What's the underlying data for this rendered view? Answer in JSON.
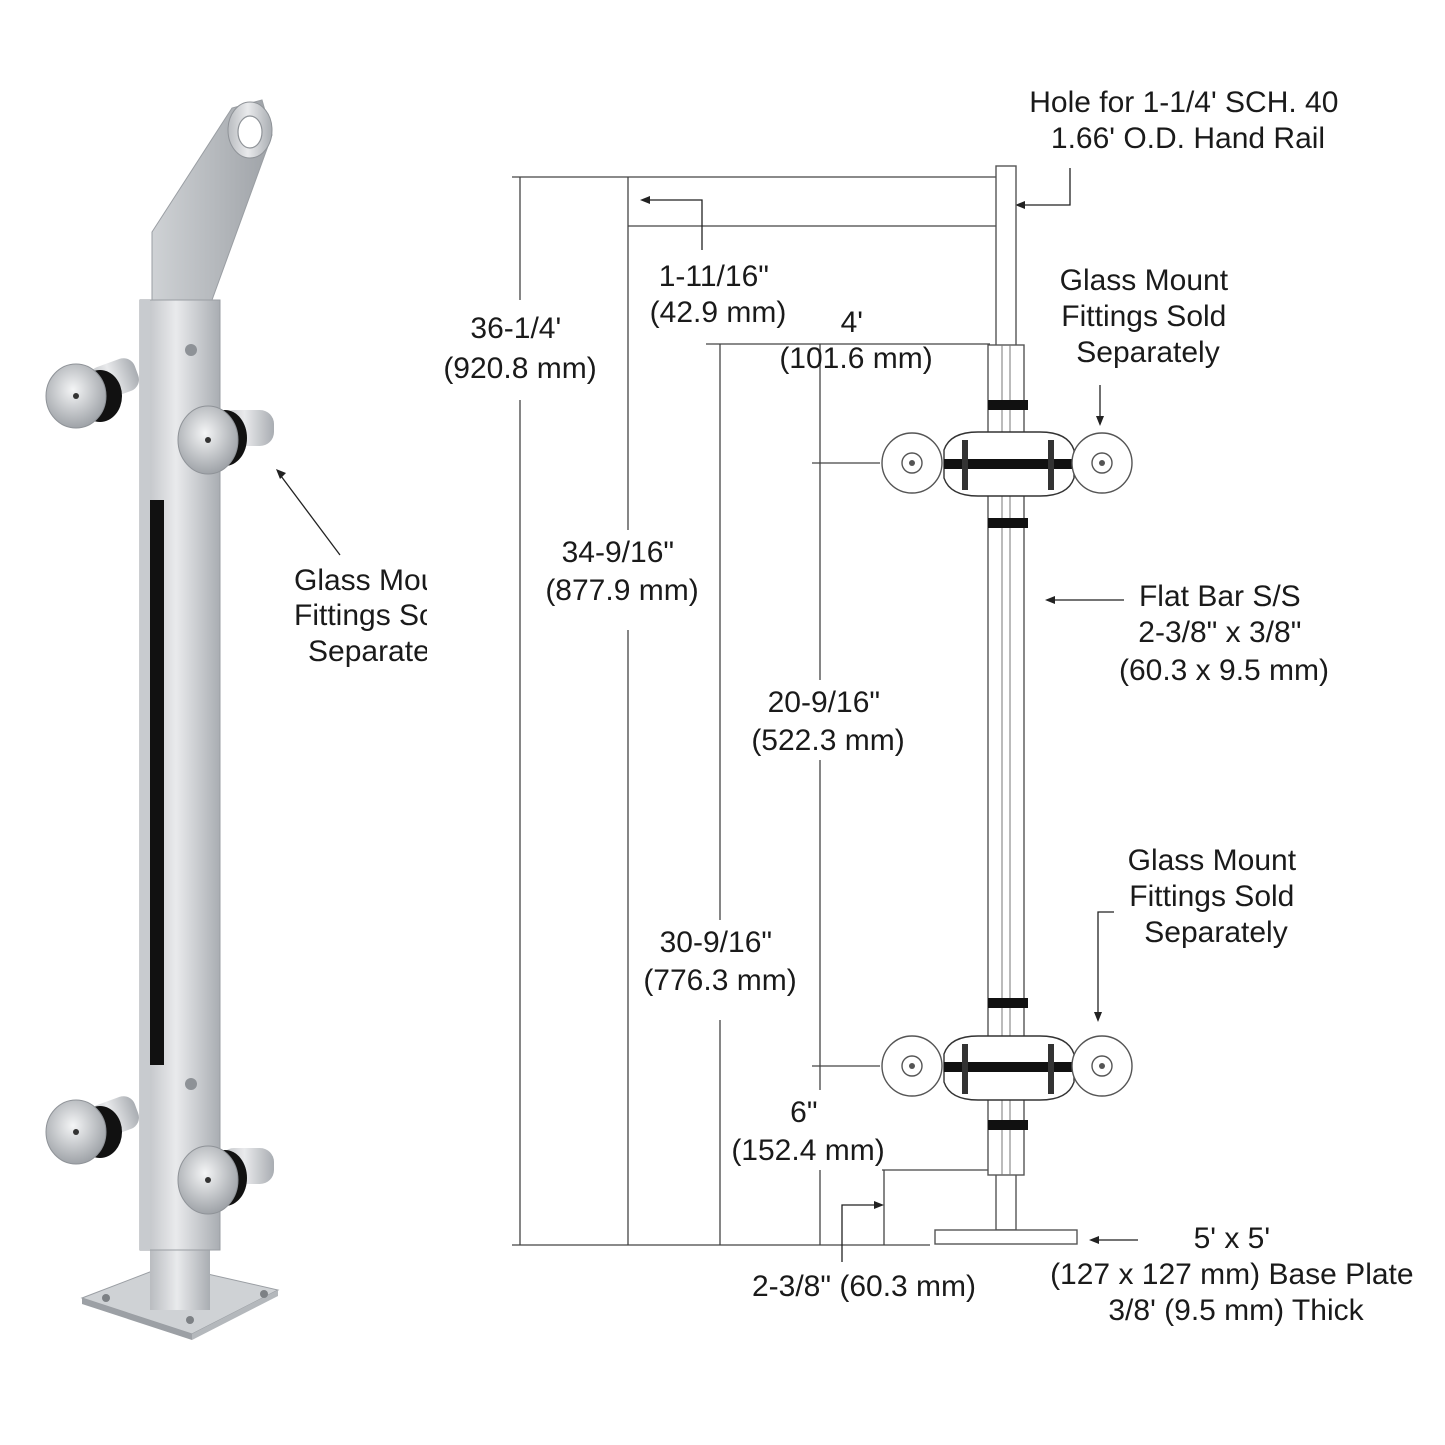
{
  "labels": {
    "photo_note": [
      "Glass Mou",
      "Fittings So",
      "Separate"
    ],
    "handrail_hole": [
      "Hole for 1-1/4' SCH. 40",
      "1.66' O.D. Hand Rail"
    ],
    "overall_height": [
      "36-1/4'",
      "(920.8 mm)"
    ],
    "top_offset": [
      "1-11/16\"",
      "(42.9 mm)"
    ],
    "post_height": [
      "34-9/16\"",
      "(877.9 mm)"
    ],
    "top_fitting_offset": [
      "4'",
      "(101.6 mm)"
    ],
    "fitting_spacing": [
      "20-9/16\"",
      "(522.3 mm)"
    ],
    "bottom_dim": [
      "30-9/16\"",
      "(776.3 mm)"
    ],
    "bottom_fitting_offset": [
      "6\"",
      "(152.4 mm)"
    ],
    "plate_offset": [
      "2-3/8\" (60.3 mm)"
    ],
    "fittings_upper": [
      "Glass Mount",
      "Fittings Sold",
      "Separately"
    ],
    "fittings_lower": [
      "Glass Mount",
      "Fittings Sold",
      "Separately"
    ],
    "flat_bar": [
      "Flat Bar S/S",
      "2-3/8\" x 3/8\"",
      "(60.3 x 9.5 mm)"
    ],
    "base_plate": [
      "5' x 5'",
      "(127 x 127 mm) Base Plate",
      "3/8' (9.5 mm) Thick"
    ]
  }
}
